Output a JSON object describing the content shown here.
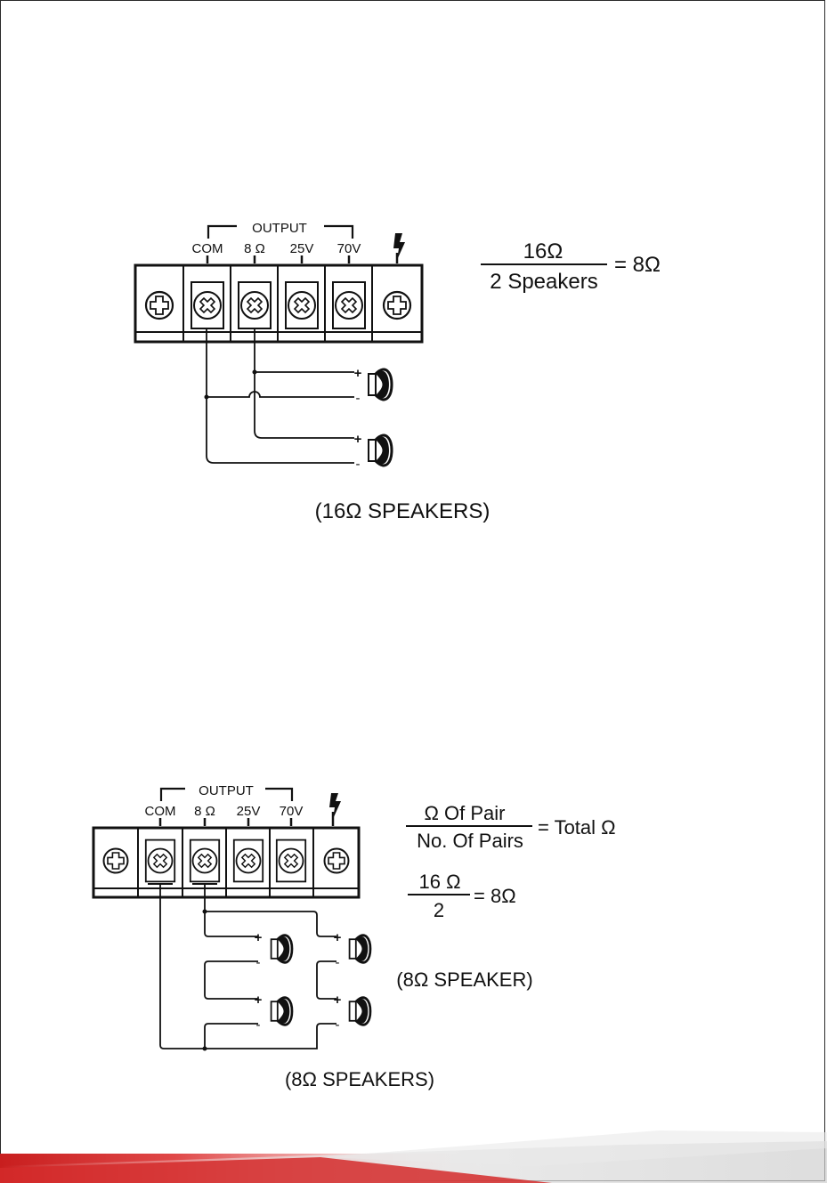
{
  "diagram1": {
    "output_label": "OUTPUT",
    "terminals": [
      "COM",
      "8 Ω",
      "25V",
      "70V"
    ],
    "ground_icon": "lightning-ground-icon",
    "formula": {
      "numerator": "16Ω",
      "denominator": "2 Speakers",
      "result": "= 8Ω"
    },
    "caption": "(16Ω SPEAKERS)",
    "speakers": [
      {
        "plus": "+",
        "minus": "-"
      },
      {
        "plus": "+",
        "minus": "-"
      }
    ]
  },
  "diagram2": {
    "output_label": "OUTPUT",
    "terminals": [
      "COM",
      "8 Ω",
      "25V",
      "70V"
    ],
    "ground_icon": "lightning-ground-icon",
    "formula1": {
      "numerator": "Ω  Of Pair",
      "denominator": "No. Of Pairs",
      "result": "= Total Ω"
    },
    "formula2": {
      "numerator": "16  Ω",
      "denominator": "2",
      "result": "= 8Ω"
    },
    "speaker_label": "(8Ω SPEAKER)",
    "caption": "(8Ω SPEAKERS)",
    "speakers": [
      {
        "plus": "+",
        "minus": "-"
      },
      {
        "plus": "+",
        "minus": "-"
      },
      {
        "plus": "+",
        "minus": "-"
      },
      {
        "plus": "+",
        "minus": "-"
      }
    ]
  },
  "colors": {
    "ink": "#111111",
    "footer_red": "#d42a2a",
    "footer_gray": "#d8d8d8"
  }
}
